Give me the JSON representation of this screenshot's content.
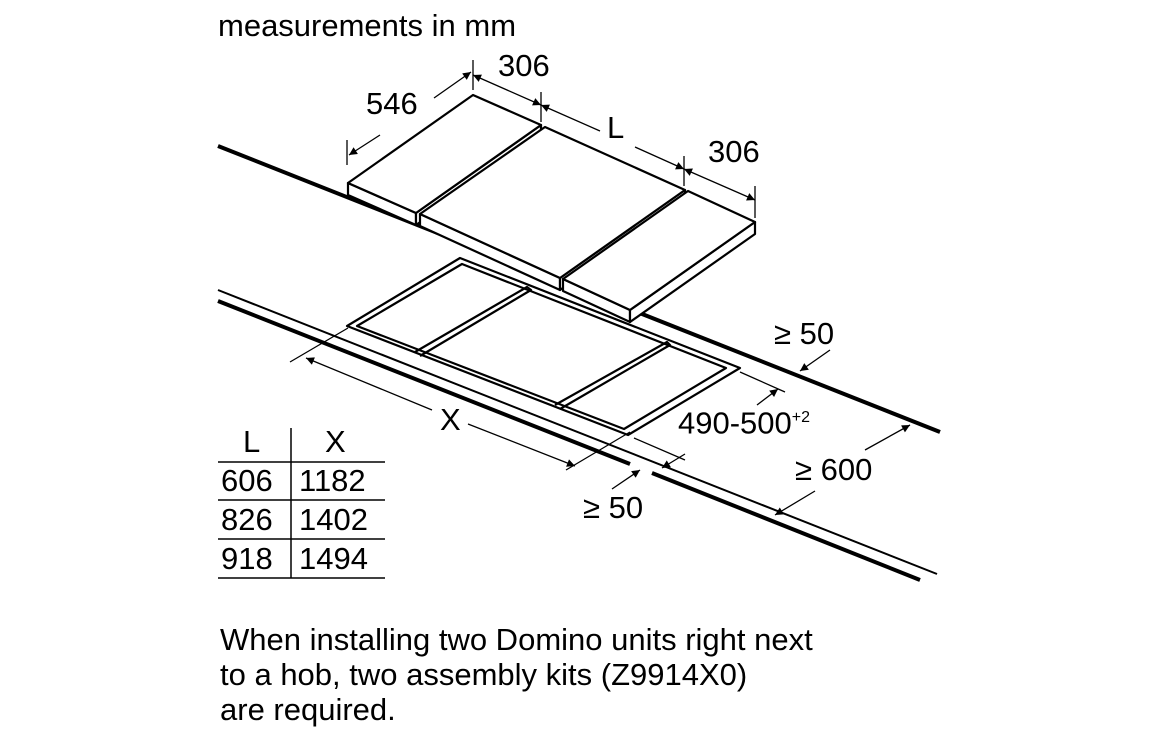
{
  "title": "measurements in mm",
  "dimensions": {
    "depth": "546",
    "left_width": "306",
    "middle_width": "L",
    "right_width": "306",
    "back_clearance": "≥ 50",
    "cutout_depth": "490-500",
    "cutout_depth_tolerance": "+2",
    "cutout_length": "X",
    "side_clearance": "≥ 50",
    "worktop_depth": "≥ 600"
  },
  "table": {
    "headers": [
      "L",
      "X"
    ],
    "rows": [
      [
        "606",
        "1182"
      ],
      [
        "826",
        "1402"
      ],
      [
        "918",
        "1494"
      ]
    ]
  },
  "note": [
    "When installing two Domino units right next",
    "to a hob, two assembly kits (Z9914X0)",
    "are required."
  ]
}
